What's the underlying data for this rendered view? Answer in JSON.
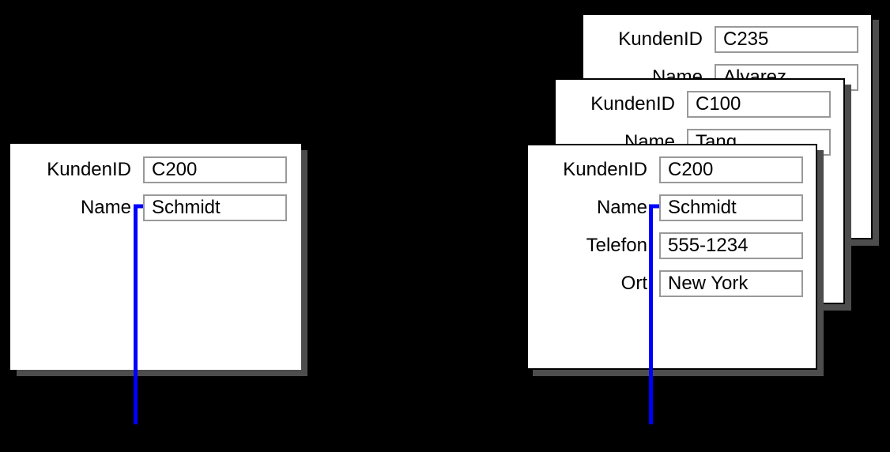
{
  "colors": {
    "background": "#000000",
    "card_background": "#ffffff",
    "card_border": "#000000",
    "field_box_border": "#999999",
    "shadow": "#4d4d4d",
    "connector": "#0000ff",
    "text": "#000000"
  },
  "cards": [
    {
      "name": "single-form",
      "fields": [
        {
          "label": "KundenID",
          "value": "C200"
        },
        {
          "label": "Name",
          "value": "Schmidt"
        }
      ]
    },
    {
      "name": "stack-back-form",
      "fields": [
        {
          "label": "KundenID",
          "value": "C235"
        },
        {
          "label": "Name",
          "value": "Alvarez"
        }
      ]
    },
    {
      "name": "stack-middle-form",
      "fields": [
        {
          "label": "KundenID",
          "value": "C100"
        },
        {
          "label": "Name",
          "value": "Tang"
        }
      ]
    },
    {
      "name": "stack-front-form",
      "fields": [
        {
          "label": "KundenID",
          "value": "C200"
        },
        {
          "label": "Name",
          "value": "Schmidt"
        },
        {
          "label": "Telefon",
          "value": "555-1234"
        },
        {
          "label": "Ort",
          "value": "New York"
        }
      ]
    }
  ]
}
